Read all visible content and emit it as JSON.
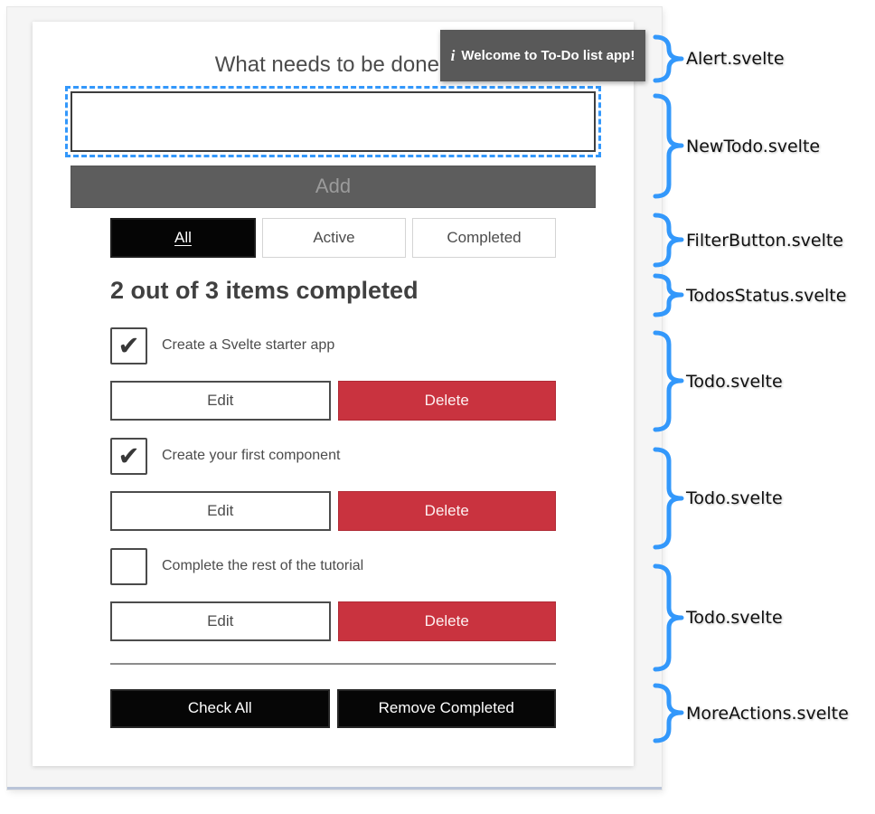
{
  "app": {
    "heading": "What needs to be done?",
    "alert": {
      "icon_glyph": "i",
      "message": "Welcome to To-Do list app!"
    },
    "new_todo": {
      "input_value": "",
      "add_label": "Add"
    },
    "filters": [
      {
        "label": "All",
        "selected": true
      },
      {
        "label": "Active",
        "selected": false
      },
      {
        "label": "Completed",
        "selected": false
      }
    ],
    "status": "2 out of 3 items completed",
    "todos": [
      {
        "label": "Create a Svelte starter app",
        "checked": true,
        "check_glyph": "✔",
        "edit_label": "Edit",
        "delete_label": "Delete"
      },
      {
        "label": "Create your first component",
        "checked": true,
        "check_glyph": "✔",
        "edit_label": "Edit",
        "delete_label": "Delete"
      },
      {
        "label": "Complete the rest of the tutorial",
        "checked": false,
        "check_glyph": "",
        "edit_label": "Edit",
        "delete_label": "Delete"
      }
    ],
    "more_actions": {
      "check_all_label": "Check All",
      "remove_completed_label": "Remove Completed"
    }
  },
  "annotations": {
    "items": [
      {
        "label": "Alert.svelte"
      },
      {
        "label": "NewTodo.svelte"
      },
      {
        "label": "FilterButton.svelte"
      },
      {
        "label": "TodosStatus.svelte"
      },
      {
        "label": "Todo.svelte"
      },
      {
        "label": "Todo.svelte"
      },
      {
        "label": "Todo.svelte"
      },
      {
        "label": "MoreActions.svelte"
      }
    ]
  },
  "colors": {
    "accent_blue": "#3398fb",
    "delete_red": "#c9333f",
    "alert_bg": "#595959",
    "add_bg": "#5d5d5d",
    "add_text": "#9b9b9b",
    "dark_text": "#4c4c4c",
    "frame_bg": "#f5f5f5",
    "frame_edge": "#b9c4d8"
  }
}
